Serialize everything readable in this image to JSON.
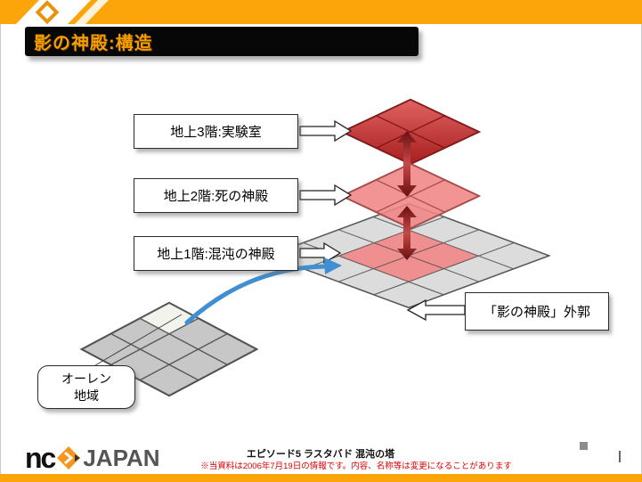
{
  "slide": {
    "title": "影の神殿:構造",
    "labels": {
      "floor3": "地上3階:実験室",
      "floor2": "地上2階:死の神殿",
      "floor1": "地上1階:混沌の神殿",
      "outer_wall": "「影の神殿」外郭",
      "oren_line1": "オーレン",
      "oren_line2": "地域"
    },
    "footer": {
      "logo_nc": "nc",
      "logo_japan": "JAPAN",
      "episode": "エピソード5 ラスタバド 混沌の塔",
      "disclaimer": "※当資料は2006年7月19日の情報です。内容、名称等は変更になることがあります"
    },
    "colors": {
      "accent_orange": "#FBA50A",
      "title_text": "#F59C00",
      "red_arrow_dark": "#7A1212",
      "red_arrow_light": "#D05050",
      "blue_arrow": "#3F8FD2",
      "disclaimer_red": "#E00000"
    },
    "diagram": {
      "layers": [
        {
          "name": "floor3-lab",
          "rows": 2,
          "cols": 2,
          "fill": "linear-gradient(135deg,#e06262 0%,#a81f1f 100%)",
          "border": "#7a1010",
          "special": [],
          "special_fill": ""
        },
        {
          "name": "floor2-death-temple",
          "rows": 2,
          "cols": 2,
          "fill": "rgba(240,133,133,0.88)",
          "border": "#a04545",
          "special": [],
          "special_fill": ""
        },
        {
          "name": "floor1-chaos-temple",
          "rows": 4,
          "cols": 4,
          "fill": "#dcdcdc",
          "border": "#4a4a4a",
          "special": [
            [
              1,
              1
            ],
            [
              1,
              2
            ],
            [
              2,
              1
            ],
            [
              2,
              2
            ]
          ],
          "special_fill": "#ef8f8f"
        },
        {
          "name": "oren-area",
          "rows": 3,
          "cols": 3,
          "fill": "#c7c7c7",
          "border": "#4a4a4a",
          "special": [
            [
              0,
              0
            ]
          ],
          "special_fill": "#f3f3ee"
        }
      ]
    }
  }
}
